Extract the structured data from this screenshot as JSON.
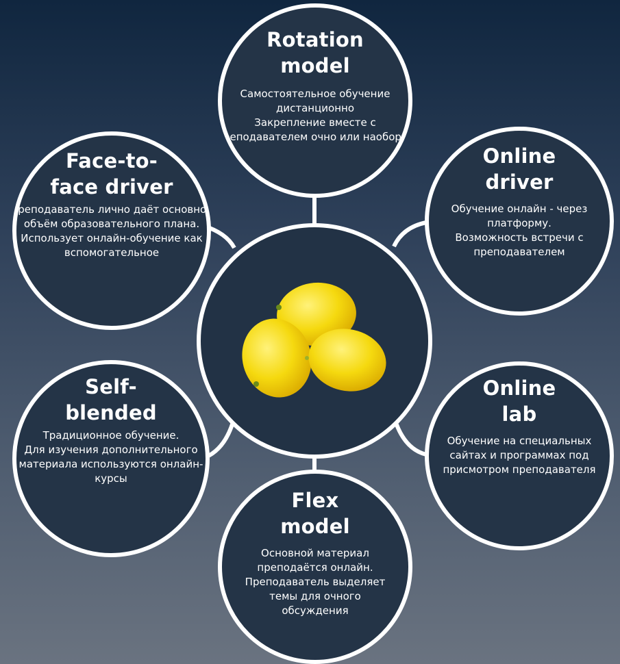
{
  "colors": {
    "background_top": "#10263f",
    "background_bottom": "#6a7380",
    "circle_fill": "#243447",
    "outline": "#ffffff",
    "lemon": "#f5d90f"
  },
  "center": {
    "icon": "lemons-image"
  },
  "nodes": {
    "rotation": {
      "title": "Rotation\nmodel",
      "text": "Самостоятельное обучение дистанционно\nЗакрепление вместе с преподавателем очно или наоборот"
    },
    "online_driver": {
      "title": "Online\ndriver",
      "text": "Обучение онлайн - через платформу.\nВозможность встречи с преподавателем"
    },
    "face_to_face": {
      "title": "Face-to-\nface driver",
      "text": "Преподаватель лично даёт основной объём образовательного плана.\nИспользует онлайн-обучение как вспомогательное"
    },
    "self_blended": {
      "title": "Self-\nblended",
      "text": "Традиционное обучение.\nДля изучения дополнительного материала используются онлайн-курсы"
    },
    "online_lab": {
      "title": "Online\nlab",
      "text": "Обучение на специальных сайтах и программах под присмотром преподавателя"
    },
    "flex": {
      "title": "Flex\nmodel",
      "text": "Основной материал преподаётся онлайн.\nПреподаватель выделяет темы для очного обсуждения"
    }
  }
}
